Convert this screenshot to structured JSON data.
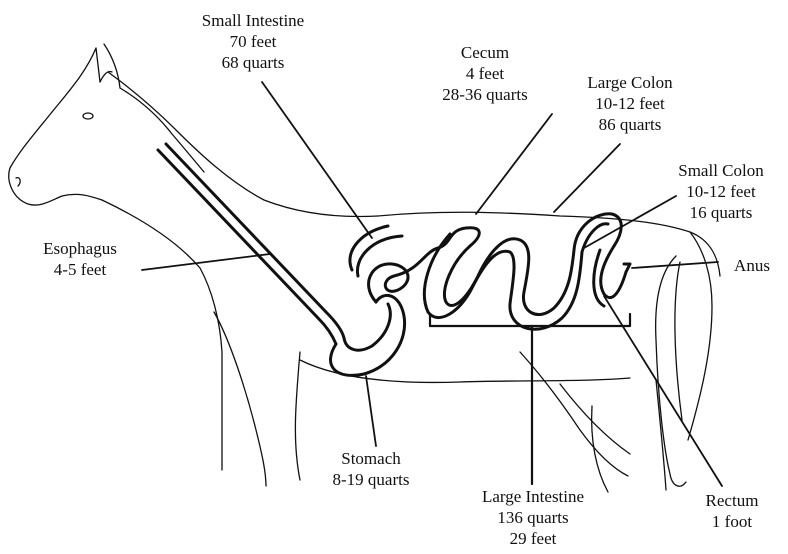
{
  "labels": {
    "small_intestine": [
      "Small Intestine",
      "70 feet",
      "68 quarts"
    ],
    "cecum": [
      "Cecum",
      "4 feet",
      "28-36 quarts"
    ],
    "large_colon": [
      "Large Colon",
      "10-12 feet",
      "86 quarts"
    ],
    "small_colon": [
      "Small Colon",
      "10-12 feet",
      "16 quarts"
    ],
    "esophagus": [
      "Esophagus",
      "4-5 feet"
    ],
    "anus": [
      "Anus"
    ],
    "stomach": [
      "Stomach",
      "8-19 quarts"
    ],
    "large_intestine": [
      "Large Intestine",
      "136 quarts",
      "29 feet"
    ],
    "rectum": [
      "Rectum",
      "1 foot"
    ]
  },
  "colors": {
    "line": "#111111",
    "background": "#ffffff"
  }
}
